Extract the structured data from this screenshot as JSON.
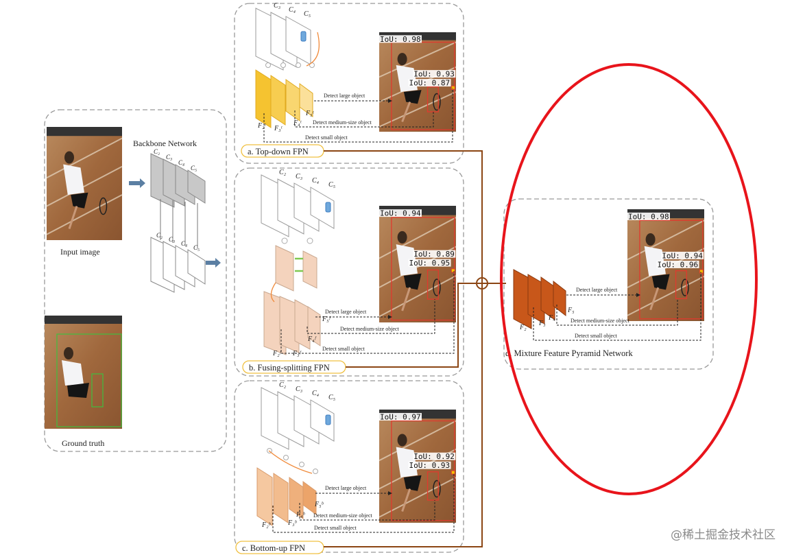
{
  "left_panel": {
    "input_label": "Input image",
    "ground_truth_label": "Ground truth",
    "backbone_label": "Backbone Network",
    "backbone_maps": [
      "C₂",
      "C₃",
      "C₄",
      "C₅"
    ],
    "backbone_maps_lower": [
      "C₂",
      "C₃",
      "C₄",
      "C₅"
    ]
  },
  "detect": {
    "large": "Detect large object",
    "medium": "Detect medium-size object",
    "small": "Detect small object"
  },
  "panels": [
    {
      "id": "a",
      "caption": "a. Top-down FPN",
      "c_labels": [
        "C₃",
        "C₄",
        "C₅"
      ],
      "f_labels": [
        "F₂ᵗ",
        "F₃ᵗ",
        "F₄ᵗ",
        "F₅ᵗ"
      ],
      "iou": [
        "IoU: 0.98",
        "IoU: 0.93",
        "IoU: 0.87"
      ],
      "fill": "#f5c842"
    },
    {
      "id": "b",
      "caption": "b. Fusing-splitting FPN",
      "c_labels": [
        "C₂",
        "C₃",
        "C₄",
        "C₅"
      ],
      "f_labels": [
        "F₂ᶠ",
        "F₃ᶠ",
        "F₄ᶠ",
        "F₅ᶠ"
      ],
      "iou": [
        "IoU: 0.94",
        "IoU: 0.89",
        "IoU: 0.95"
      ],
      "fill": "#f4d3bd"
    },
    {
      "id": "c",
      "caption": "c. Bottom-up FPN",
      "c_labels": [
        "C₂",
        "C₃",
        "C₄",
        "C₅"
      ],
      "f_labels": [
        "F₂ᵇ",
        "F₃ᵇ",
        "F₄ᵇ",
        "F₅ᵇ"
      ],
      "iou": [
        "IoU: 0.97",
        "IoU: 0.92",
        "IoU: 0.93"
      ],
      "fill": "#f0b584"
    },
    {
      "id": "d",
      "caption": "d. Mixture Feature Pyramid Network",
      "f_labels": [
        "F₂",
        "F₃",
        "F₄",
        "F₅"
      ],
      "iou": [
        "IoU: 0.98",
        "IoU: 0.94",
        "IoU: 0.96"
      ],
      "fill": "#c8571a"
    }
  ],
  "watermark": "@稀土掘金技术社区",
  "colors": {
    "highlight_ellipse": "#e8141b",
    "connector": "#8b4513",
    "border": "#999999",
    "box": "#e03a2e"
  }
}
